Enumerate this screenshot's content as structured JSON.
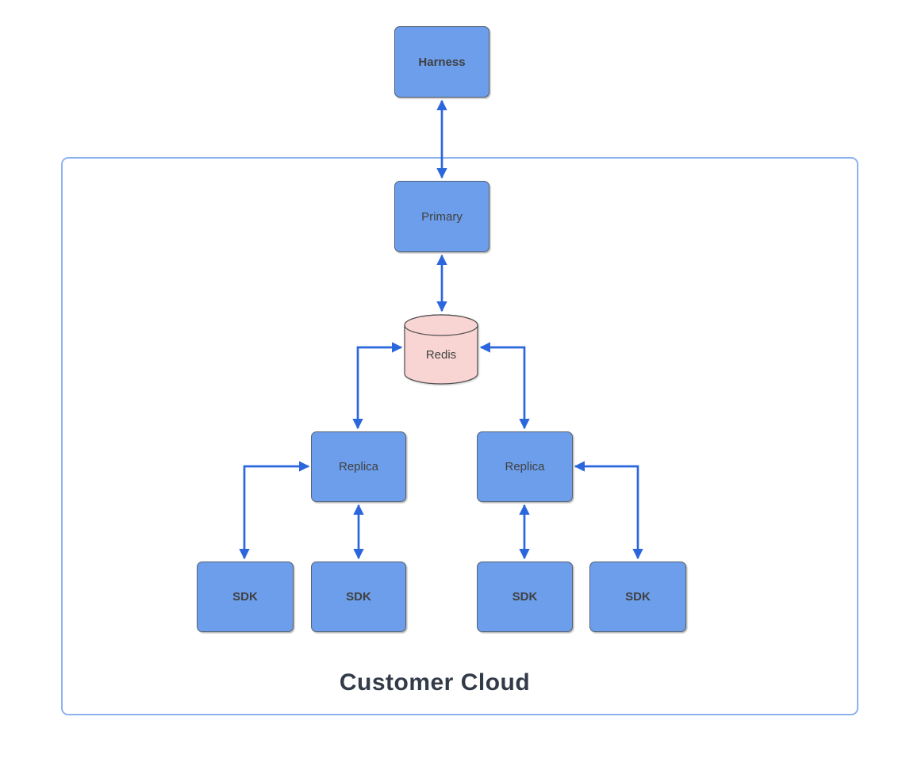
{
  "diagram": {
    "group": {
      "label": "Customer Cloud"
    },
    "nodes": {
      "harness": {
        "label": "Harness",
        "shape": "rectangle",
        "bold": true
      },
      "primary": {
        "label": "Primary",
        "shape": "rectangle",
        "bold": false
      },
      "redis": {
        "label": "Redis",
        "shape": "cylinder",
        "bold": false
      },
      "replica_left": {
        "label": "Replica",
        "shape": "rectangle",
        "bold": false
      },
      "replica_right": {
        "label": "Replica",
        "shape": "rectangle",
        "bold": false
      },
      "sdk_1": {
        "label": "SDK",
        "shape": "rectangle",
        "bold": true
      },
      "sdk_2": {
        "label": "SDK",
        "shape": "rectangle",
        "bold": true
      },
      "sdk_3": {
        "label": "SDK",
        "shape": "rectangle",
        "bold": true
      },
      "sdk_4": {
        "label": "SDK",
        "shape": "rectangle",
        "bold": true
      }
    },
    "edges": [
      {
        "from": "Harness",
        "to": "Primary",
        "arrows": "both"
      },
      {
        "from": "Primary",
        "to": "Redis",
        "arrows": "both"
      },
      {
        "from": "Replica (left)",
        "to": "Redis",
        "arrows": "both"
      },
      {
        "from": "Replica (right)",
        "to": "Redis",
        "arrows": "both"
      },
      {
        "from": "SDK 1",
        "to": "Replica (left)",
        "arrows": "both"
      },
      {
        "from": "SDK 2",
        "to": "Replica (left)",
        "arrows": "both"
      },
      {
        "from": "SDK 3",
        "to": "Replica (right)",
        "arrows": "both"
      },
      {
        "from": "SDK 4",
        "to": "Replica (right)",
        "arrows": "both"
      }
    ]
  },
  "colors": {
    "node_fill": "#6D9EEB",
    "node_stroke": "#556070",
    "node_text": "#404040",
    "redis_fill": "#F8D5D3",
    "redis_stroke": "#4D4D4D",
    "arrow": "#2B66DD",
    "group_stroke": "#8DB2F0",
    "group_text": "#333B49"
  }
}
